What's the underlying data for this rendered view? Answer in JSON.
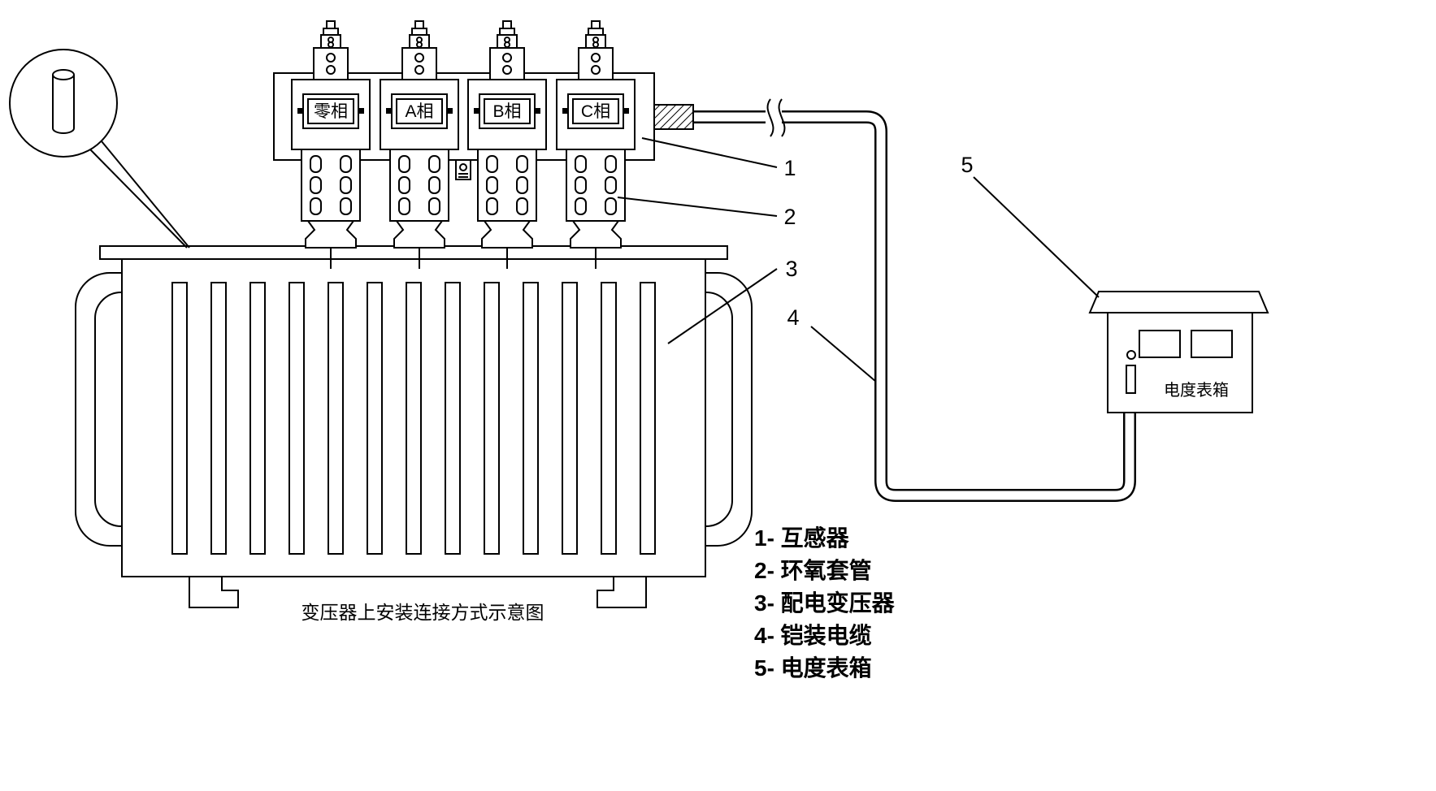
{
  "diagram": {
    "caption": "变压器上安装连接方式示意图",
    "bushings": {
      "labels": [
        "零相",
        "A相",
        "B相",
        "C相"
      ]
    },
    "meter_box": {
      "label": "电度表箱"
    },
    "callouts": {
      "n1": "1",
      "n2": "2",
      "n3": "3",
      "n4": "4",
      "n5": "5"
    },
    "legend": {
      "items": [
        "1-  互感器",
        "2-  环氧套管",
        "3-  配电变压器",
        "4-  铠装电缆",
        "5-  电度表箱"
      ]
    },
    "colors": {
      "line": "#000000",
      "background": "#ffffff"
    }
  }
}
